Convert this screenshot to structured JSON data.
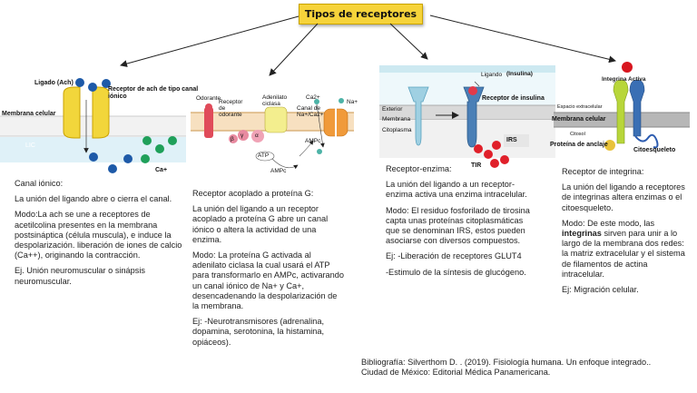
{
  "title": "Tipos de receptores",
  "diagram1": {
    "ligand_label": "Ligado (Ach)",
    "receptor_label": "Receptor de ach de tipo canal iónico",
    "membrane_label": "Membrana celular",
    "lic_label": "LIC",
    "ca_label": "Ca+"
  },
  "diagram2": {
    "odorant": "Odorante",
    "receptor": "Receptor de odorante",
    "adenylate": "Adenilato ciclasa",
    "channel": "Canal de Na+/Ca2+",
    "ca2": "Ca2+",
    "na": "Na+",
    "beta": "β",
    "gamma": "γ",
    "alpha": "α",
    "atp": "ATP",
    "ampc1": "AMPc",
    "ampc2": "AMPc"
  },
  "diagram3": {
    "ligand": "Ligando",
    "insulin": "(Insulina)",
    "receptor": "Receptor de insulina",
    "exterior": "Exterior",
    "membrane": "Membrana",
    "cytoplasm": "Citoplasma",
    "irs": "IRS",
    "tir": "TIR"
  },
  "diagram4": {
    "integrin": "Integrina Activa",
    "extracellular": "Espacio extracelular",
    "membrane": "Membrana celular",
    "cytosol": "Citosol",
    "anchor": "Proteína de anclaje",
    "cytoskeleton": "Citoesqueleto"
  },
  "col1": {
    "heading": "Canal iónico:",
    "p1": "La unión del ligando abre o cierra el canal.",
    "p2": "Modo:La ach se une a receptores de acetilcolina presentes en la membrana postsináptica (célula muscula), e induce la despolarización. liberación de iones de calcio (Ca++), originando la contracción.",
    "p3": "Ej. Unión neuromuscular o sinápsis neuromuscular."
  },
  "col2": {
    "heading": "Receptor acoplado a proteína G:",
    "p1": "La unión del ligando a un receptor acoplado a proteína G abre un canal iónico o altera la actividad de una enzima.",
    "p2": "Modo: La proteína G activada al adenilato ciclasa la cual usará el ATP para transformarlo en AMPc, activarando un canal iónico de Na+ y Ca+, desencadenando la despolarización de la membrana.",
    "p3": "Ej: -Neurotransmisores (adrenalina, dopamina, serotonina, la histamina, opiáceos)."
  },
  "col3": {
    "heading": "Receptor-enzima:",
    "p1": "La unión del ligando a un receptor-enzima activa una enzima intracelular.",
    "p2": "Modo: El residuo fosforilado de tirosina capta unas proteínas citoplasmáticas que se denominan IRS, estos pueden asociarse con diversos compuestos.",
    "p3": "Ej: -Liberación de receptores GLUT4",
    "p4": "-Estimulo de la síntesis de glucógeno."
  },
  "col4": {
    "heading": "Receptor de integrina:",
    "p1": "La unión del ligando a receptores de integrinas altera enzimas o el citoesqueleto.",
    "p2_a": "Modo: De este modo, las ",
    "p2_b": "integrinas",
    "p2_c": " sirven para unir a lo largo de la membrana dos redes: la matriz extracelular y el sistema de filamentos de actina intracelular.",
    "p3": "Ej: Migración celular."
  },
  "bibliography": "Bibliografía: Silverthom D. . (2019). Fisiología humana. Un enfoque integrado.. Ciudad de México: Editorial Médica Panamericana."
}
